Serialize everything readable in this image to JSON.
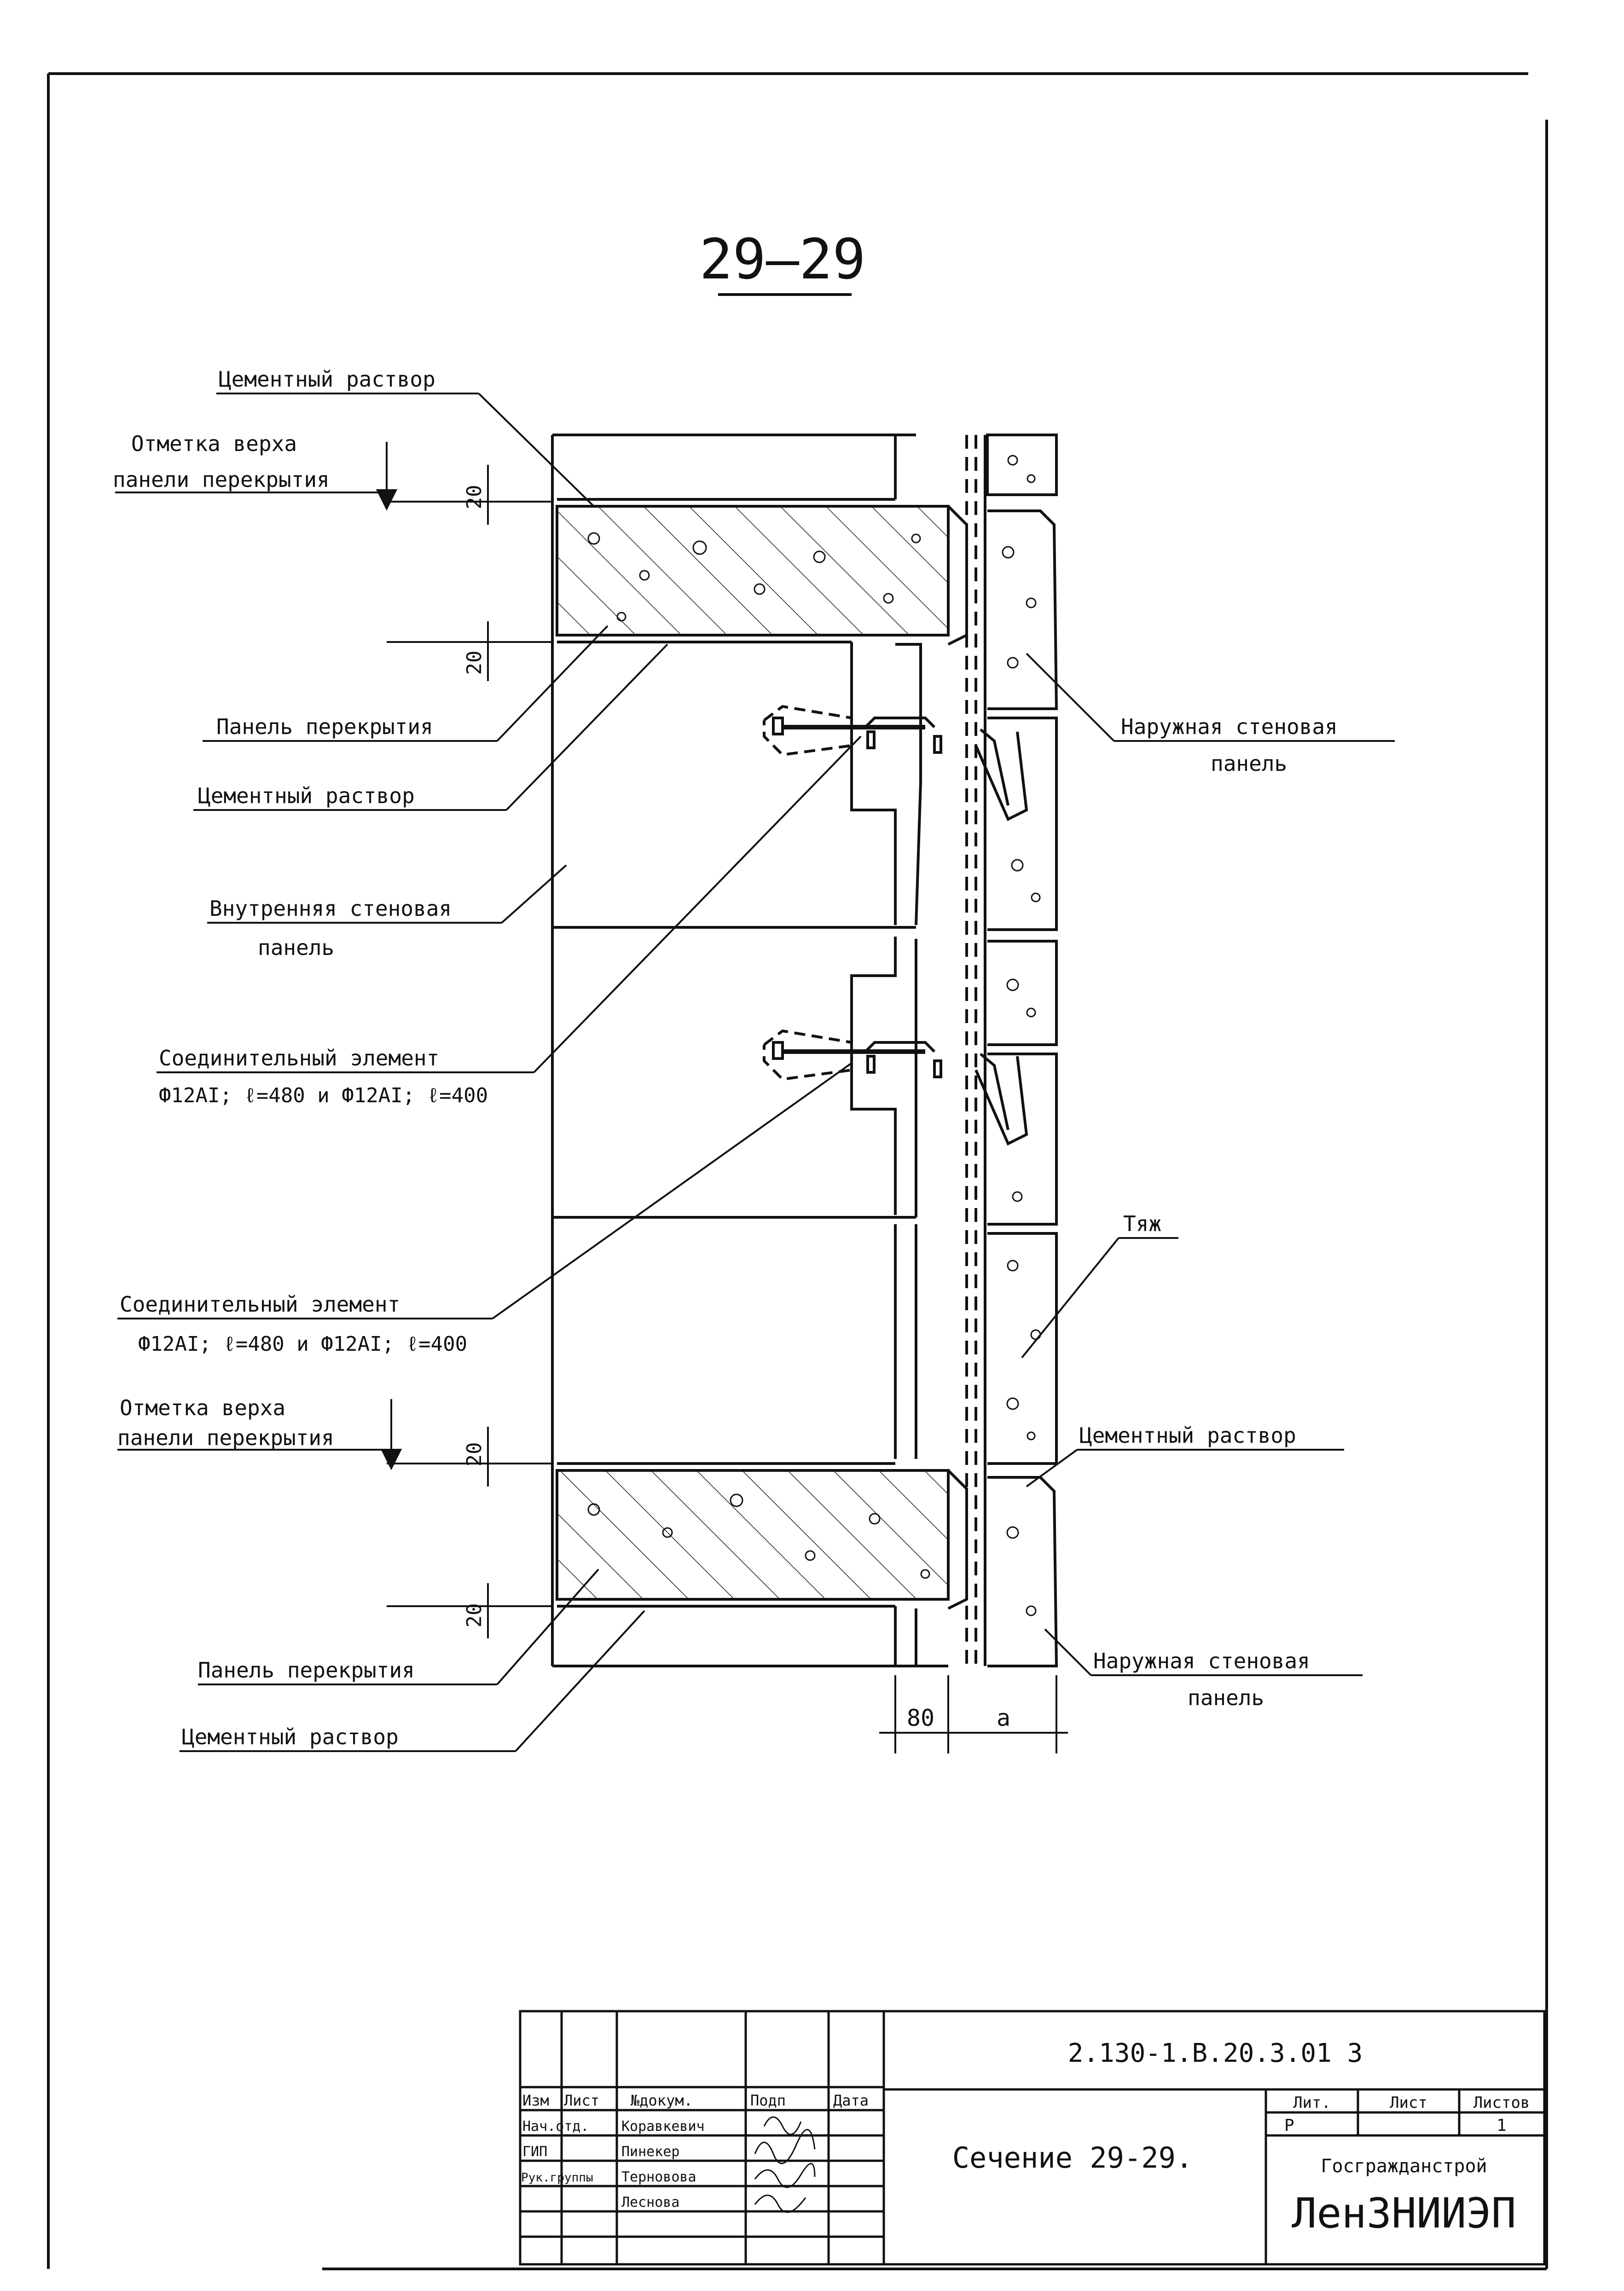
{
  "section_title": "29–29",
  "labels": {
    "cement_top": "Цементный раствор",
    "mark_top_1": "Отметка верха",
    "mark_top_2": "панели перекрытия",
    "slab_top": "Панель перекрытия",
    "cement_top2": "Цементный раствор",
    "inner_wall_1": "Внутренняя стеновая",
    "inner_wall_2": "панель",
    "connector1_1": "Соединительный элемент",
    "connector1_2": "Ф12АI; ℓ=480 и Ф12АI; ℓ=400",
    "connector2_1": "Соединительный элемент",
    "connector2_2": "Ф12АI; ℓ=480 и Ф12АI; ℓ=400",
    "mark_bot_1": "Отметка верха",
    "mark_bot_2": "панели перекрытия",
    "slab_bot": "Панель перекрытия",
    "cement_bot": "Цементный раствор",
    "outer_wall_top_1": "Наружная стеновая",
    "outer_wall_top_2": "панель",
    "tie": "Тяж",
    "cement_right": "Цементный раствор",
    "outer_wall_bot_1": "Наружная стеновая",
    "outer_wall_bot_2": "панель"
  },
  "dimensions": {
    "d20_a": "20",
    "d20_b": "20",
    "d20_c": "20",
    "d20_d": "20",
    "d80": "80",
    "da": "а"
  },
  "title_block": {
    "code": "2.130-1.В.20.3.01 3",
    "headers": [
      "Изм",
      "Лист",
      "№докум.",
      "Подп",
      "Дата"
    ],
    "rows": [
      {
        "role": "Нач.отд.",
        "name": "Коравкевич"
      },
      {
        "role": "ГИП",
        "name": "Пинекер"
      },
      {
        "role": "Рук.группы",
        "name": "Терновова"
      },
      {
        "role": "",
        "name": "Леснова"
      }
    ],
    "sheet_title": "Сечение 29-29.",
    "stage_header": "Лит.",
    "sheet_header": "Лист",
    "sheets_header": "Листов",
    "stage": "Р",
    "sheets": "1",
    "org_1": "Госгражданстрой",
    "org_2": "ЛенЗНИИЭП"
  }
}
